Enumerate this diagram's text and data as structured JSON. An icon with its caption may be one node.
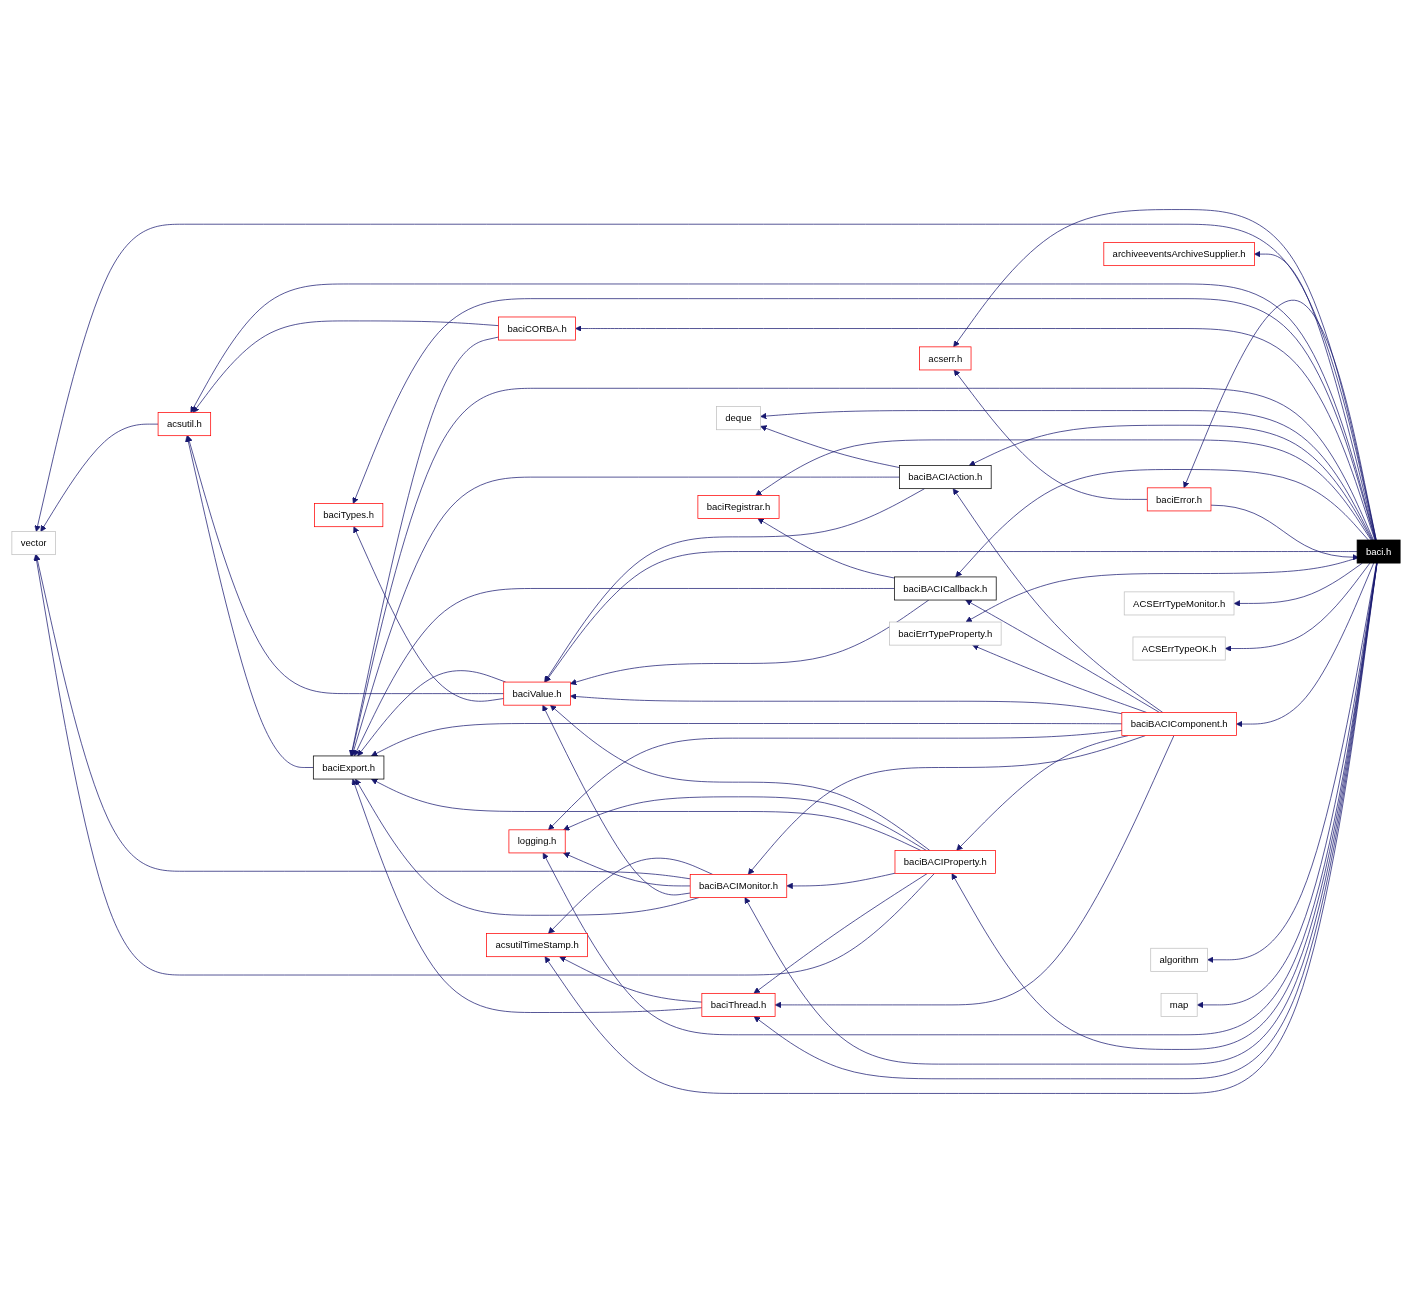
{
  "diagram": {
    "nodes": [
      {
        "text": [
          "baci.h"
        ]
      },
      {
        "text": [
          "baciError.h"
        ]
      },
      {
        "text": [
          "acserr.h"
        ]
      },
      {
        "text": [
          "archiveeventsArchiveSupplier.h"
        ]
      },
      {
        "text": [
          "baciCORBA.h"
        ]
      },
      {
        "text": [
          "deque"
        ]
      },
      {
        "text": [
          "baciBACIAction.h"
        ]
      },
      {
        "text": [
          "baciTypes.h"
        ]
      },
      {
        "text": [
          "baciRegistrar.h"
        ]
      },
      {
        "text": [
          "baciBACICallback.h"
        ]
      },
      {
        "text": [
          "acsutil.h"
        ]
      },
      {
        "text": [
          "baciExport.h"
        ]
      },
      {
        "text": [
          "baciValue.h"
        ]
      },
      {
        "text": [
          "baciErrTypeProperty.h"
        ]
      },
      {
        "text": [
          "ACSErrTypeMonitor.h"
        ]
      },
      {
        "text": [
          "ACSErrTypeOK.h"
        ]
      },
      {
        "text": [
          "baciBACIComponent.h"
        ]
      },
      {
        "text": [
          "vector"
        ]
      },
      {
        "text": [
          "algorithm"
        ]
      },
      {
        "text": [
          "map"
        ]
      },
      {
        "text": [
          "logging.h"
        ]
      },
      {
        "text": [
          "baciBACIProperty.h"
        ]
      },
      {
        "text": [
          "acsutilTimeStamp.h"
        ]
      },
      {
        "text": [
          "baciBACIMonitor.h"
        ]
      },
      {
        "text": [
          "baciThread.h"
        ]
      }
    ],
    "edges": [
      {
        "from": 0,
        "to": 1,
        "arrow": "to"
      },
      {
        "from": 1,
        "to": 0,
        "arrow": "to"
      },
      {
        "from": 1,
        "to": 2,
        "arrow": "to"
      },
      {
        "from": 0,
        "to": 2,
        "arrow": "to"
      },
      {
        "from": 0,
        "to": 17,
        "arrow": "to"
      },
      {
        "from": 0,
        "to": 3,
        "arrow": "to"
      },
      {
        "from": 0,
        "to": 10,
        "arrow": "to"
      },
      {
        "from": 0,
        "to": 7,
        "arrow": "to"
      },
      {
        "from": 0,
        "to": 4,
        "arrow": "to"
      },
      {
        "from": 0,
        "to": 11,
        "arrow": "to"
      },
      {
        "from": 0,
        "to": 5,
        "arrow": "to"
      },
      {
        "from": 0,
        "to": 6,
        "arrow": "to"
      },
      {
        "from": 0,
        "to": 8,
        "arrow": "to"
      },
      {
        "from": 0,
        "to": 9,
        "arrow": "to"
      },
      {
        "from": 0,
        "to": 12,
        "arrow": "to"
      },
      {
        "from": 0,
        "to": 13,
        "arrow": "to"
      },
      {
        "from": 0,
        "to": 14,
        "arrow": "to"
      },
      {
        "from": 0,
        "to": 15,
        "arrow": "to"
      },
      {
        "from": 0,
        "to": 16,
        "arrow": "to"
      },
      {
        "from": 0,
        "to": 18,
        "arrow": "to"
      },
      {
        "from": 0,
        "to": 19,
        "arrow": "to"
      },
      {
        "from": 0,
        "to": 20,
        "arrow": "to"
      },
      {
        "from": 0,
        "to": 21,
        "arrow": "to"
      },
      {
        "from": 0,
        "to": 23,
        "arrow": "to"
      },
      {
        "from": 0,
        "to": 24,
        "arrow": "to"
      },
      {
        "from": 0,
        "to": 22,
        "arrow": "to"
      },
      {
        "from": 4,
        "to": 10,
        "arrow": "to"
      },
      {
        "from": 4,
        "to": 11,
        "arrow": "to"
      },
      {
        "from": 10,
        "to": 17,
        "arrow": "to"
      },
      {
        "from": 11,
        "to": 10,
        "arrow": "to"
      },
      {
        "from": 12,
        "to": 11,
        "arrow": "to"
      },
      {
        "from": 12,
        "to": 10,
        "arrow": "to"
      },
      {
        "from": 12,
        "to": 7,
        "arrow": "to"
      },
      {
        "from": 6,
        "to": 5,
        "arrow": "to"
      },
      {
        "from": 6,
        "to": 11,
        "arrow": "to"
      },
      {
        "from": 6,
        "to": 12,
        "arrow": "to"
      },
      {
        "from": 9,
        "to": 8,
        "arrow": "to"
      },
      {
        "from": 9,
        "to": 11,
        "arrow": "to"
      },
      {
        "from": 9,
        "to": 12,
        "arrow": "to"
      },
      {
        "from": 16,
        "to": 6,
        "arrow": "to"
      },
      {
        "from": 16,
        "to": 9,
        "arrow": "to"
      },
      {
        "from": 16,
        "to": 13,
        "arrow": "to"
      },
      {
        "from": 16,
        "to": 12,
        "arrow": "to"
      },
      {
        "from": 16,
        "to": 11,
        "arrow": "to"
      },
      {
        "from": 16,
        "to": 20,
        "arrow": "to"
      },
      {
        "from": 16,
        "to": 21,
        "arrow": "to"
      },
      {
        "from": 16,
        "to": 23,
        "arrow": "to"
      },
      {
        "from": 16,
        "to": 24,
        "arrow": "to"
      },
      {
        "from": 21,
        "to": 12,
        "arrow": "to"
      },
      {
        "from": 21,
        "to": 20,
        "arrow": "to"
      },
      {
        "from": 21,
        "to": 11,
        "arrow": "to"
      },
      {
        "from": 21,
        "to": 23,
        "arrow": "to"
      },
      {
        "from": 21,
        "to": 24,
        "arrow": "to"
      },
      {
        "from": 21,
        "to": 17,
        "arrow": "to"
      },
      {
        "from": 23,
        "to": 22,
        "arrow": "to"
      },
      {
        "from": 23,
        "to": 17,
        "arrow": "to"
      },
      {
        "from": 23,
        "to": 20,
        "arrow": "to"
      },
      {
        "from": 23,
        "to": 12,
        "arrow": "to"
      },
      {
        "from": 23,
        "to": 11,
        "arrow": "to"
      },
      {
        "from": 24,
        "to": 22,
        "arrow": "to"
      },
      {
        "from": 24,
        "to": 11,
        "arrow": "to"
      }
    ]
  }
}
